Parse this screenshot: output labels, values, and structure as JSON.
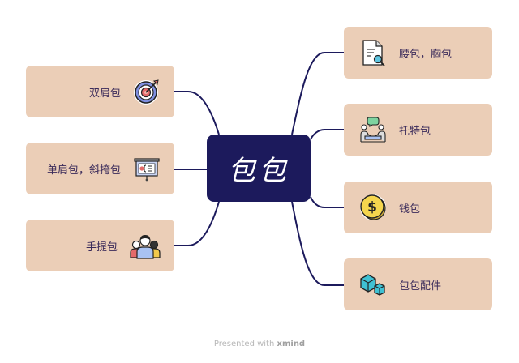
{
  "central_topic": {
    "label": "包包",
    "color": "#1c1a5c"
  },
  "node_color": "#ebceb7",
  "line_color": "#1c1a5c",
  "left_branches": [
    {
      "label": "双肩包",
      "icon": "target-icon"
    },
    {
      "label": "单肩包，斜挎包",
      "icon": "presentation-board-icon"
    },
    {
      "label": "手提包",
      "icon": "people-group-icon"
    }
  ],
  "right_branches": [
    {
      "label": "腰包，胸包",
      "icon": "document-search-icon"
    },
    {
      "label": "托特包",
      "icon": "meeting-chat-icon"
    },
    {
      "label": "钱包",
      "icon": "dollar-coin-icon"
    },
    {
      "label": "包包配件",
      "icon": "cubes-icon"
    }
  ],
  "footer": {
    "prefix": "Presented with",
    "brand": "xmind"
  }
}
